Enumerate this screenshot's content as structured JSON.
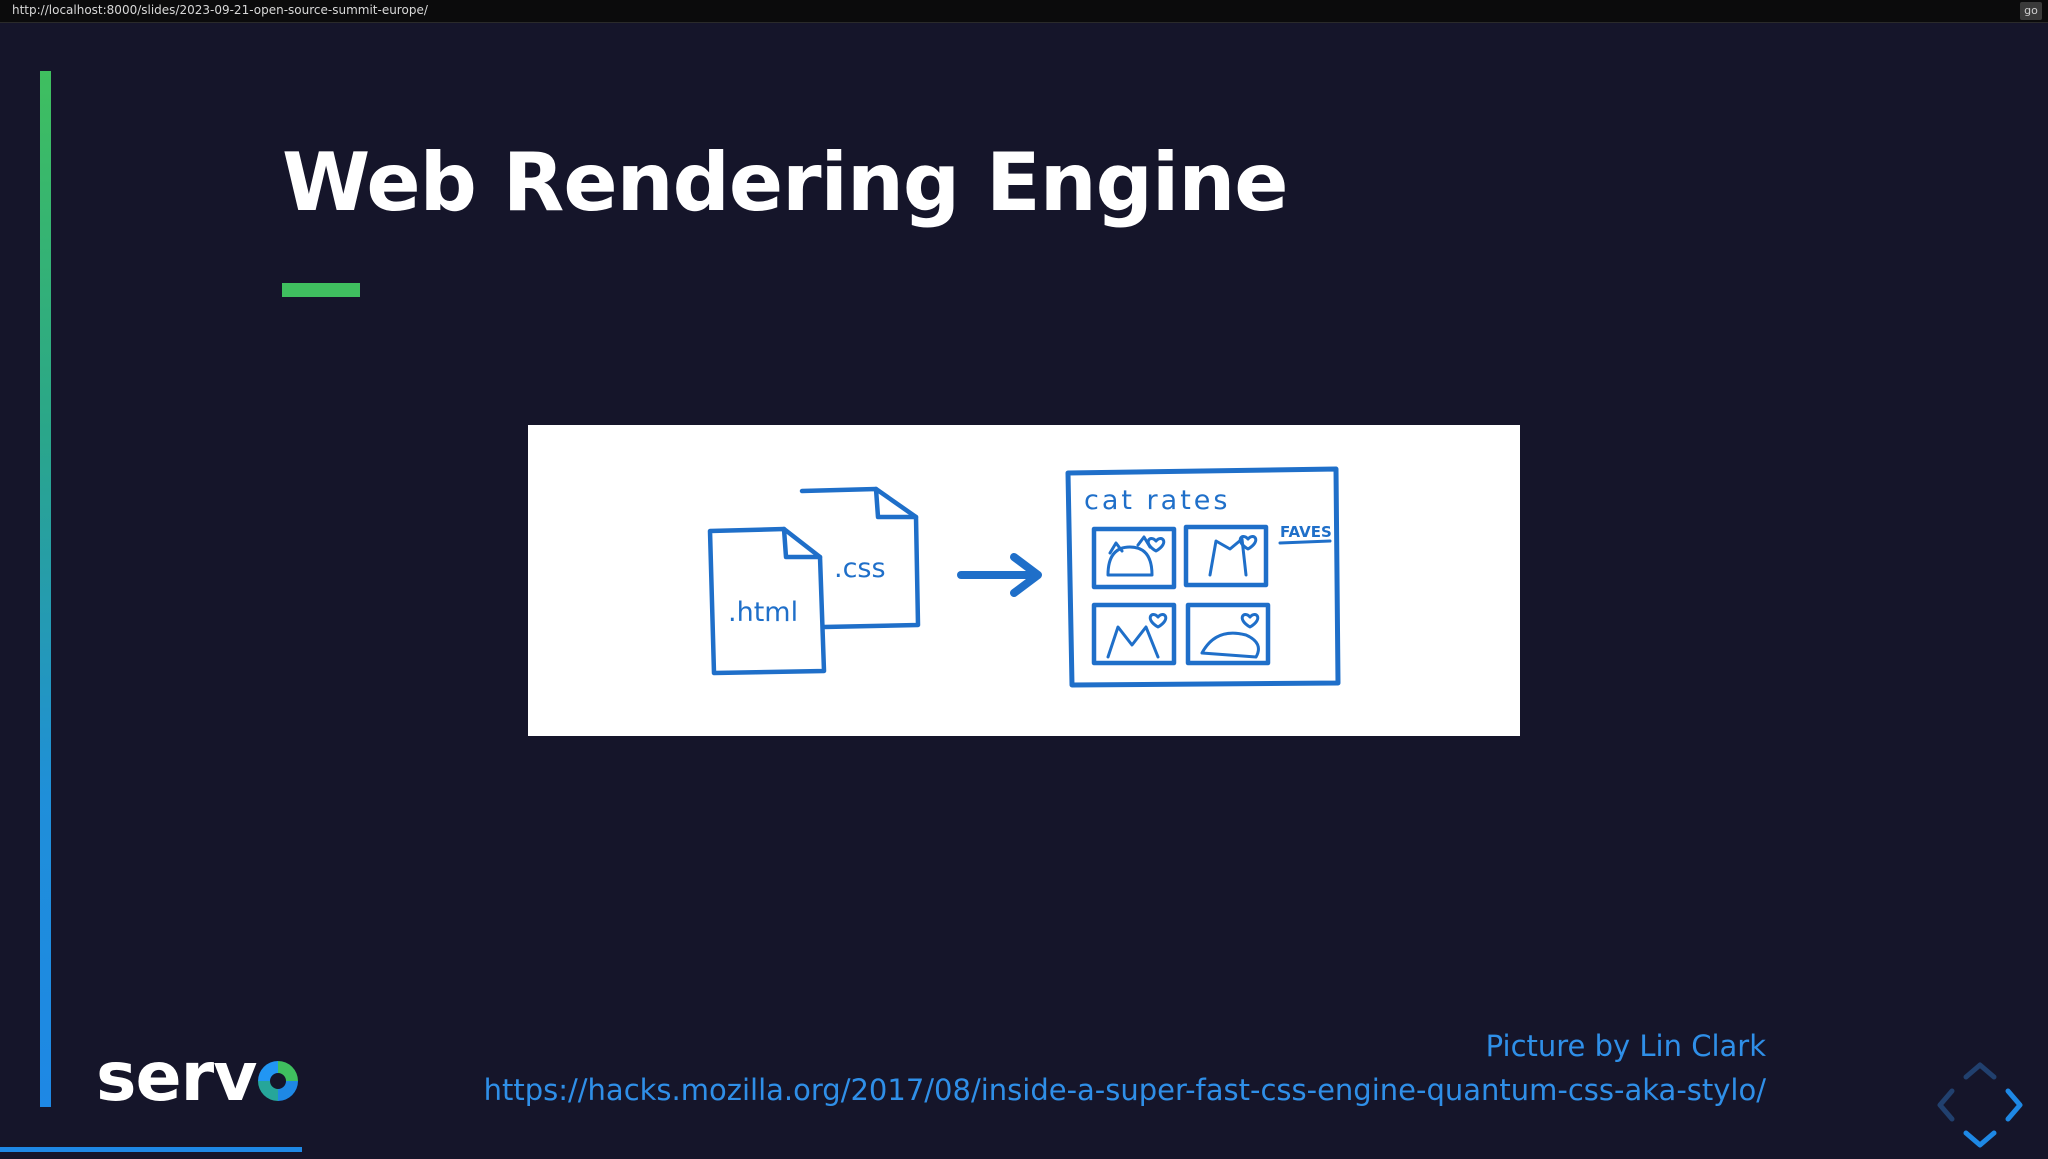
{
  "browser": {
    "url": "http://localhost:8000/slides/2023-09-21-open-source-summit-europe/",
    "go_label": "go"
  },
  "slide": {
    "title": "Web Rendering Engine",
    "figure": {
      "file_labels": [
        ".css",
        ".html"
      ],
      "screen_heading": "cat rates",
      "screen_side_label": "FAVES"
    },
    "caption": {
      "credit": "Picture by Lin Clark",
      "link": "https://hacks.mozilla.org/2017/08/inside-a-super-fast-css-engine-quantum-css-aka-stylo/"
    },
    "logo_text": "serv",
    "progress_fraction": 0.15
  },
  "colors": {
    "background": "#15152a",
    "accent_green": "#3fbf5f",
    "accent_blue": "#1e88e5",
    "sketch_blue": "#1f6fc9",
    "caption_blue": "#2f8fe8"
  },
  "icons": {
    "logo_mark": "servo-ring-icon",
    "nav": [
      "chevron-up-icon",
      "chevron-left-icon",
      "chevron-right-icon",
      "chevron-down-icon"
    ]
  }
}
